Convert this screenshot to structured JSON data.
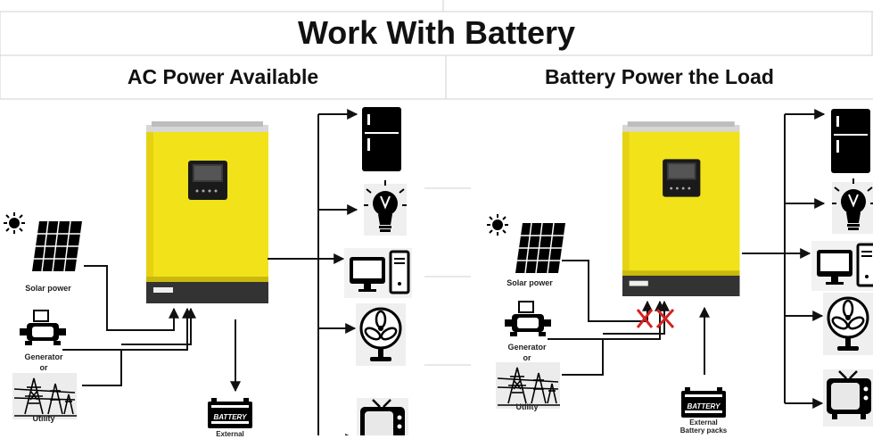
{
  "title": "Work With Battery",
  "panels": {
    "left": {
      "heading": "AC Power Available",
      "labels": {
        "solar": "Solar power",
        "generator": "Generator",
        "or": "or",
        "utility": "Utility",
        "battery_badge": "BATTERY",
        "battery_caption": "External"
      }
    },
    "right": {
      "heading": "Battery Power the Load",
      "labels": {
        "solar": "Solar power",
        "generator": "Generator",
        "or": "or",
        "utility": "Utility",
        "battery_badge": "BATTERY",
        "battery_caption_1": "External",
        "battery_caption_2": "Battery packs"
      }
    }
  },
  "loads": [
    "fridge-icon",
    "light-bulb-icon",
    "computer-icon",
    "fan-icon",
    "tv-icon"
  ],
  "colors": {
    "inverter_body": "#f2e21a",
    "inverter_base": "#333333",
    "cross": "#d42020",
    "line": "#111111",
    "grid": "#d0d0d0"
  }
}
